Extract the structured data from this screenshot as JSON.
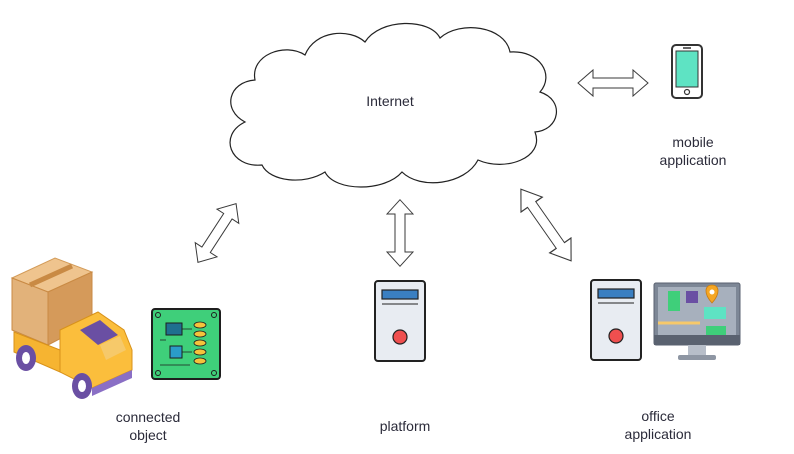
{
  "cloud": {
    "label": "Internet"
  },
  "nodes": {
    "mobile": {
      "line1": "mobile",
      "line2": "application"
    },
    "connected": {
      "line1": "connected",
      "line2": "object"
    },
    "platform": {
      "line1": "platform"
    },
    "office": {
      "line1": "office",
      "line2": "application"
    }
  },
  "colors": {
    "truck_body": "#f6b431",
    "truck_box": "#e2b27a",
    "wheel": "#6a4fa3",
    "pcb": "#3fcf7a",
    "server_body": "#e8ecf2",
    "server_accent": "#3a7fc1",
    "server_button": "#ef4f4f",
    "screen": "#5ee3c3",
    "monitor": "#7d8796"
  }
}
